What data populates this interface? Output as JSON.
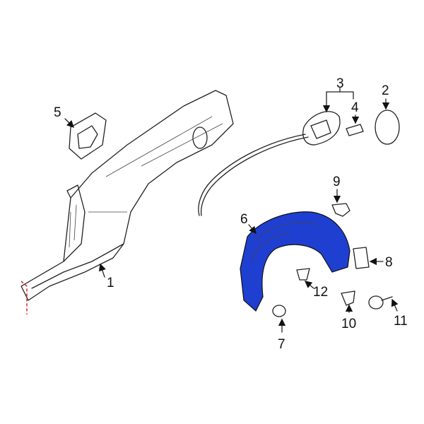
{
  "diagram": {
    "highlight_color": "#1f3fd0",
    "cut_line_color": "#e02020",
    "callouts": {
      "c1": "1",
      "c2": "2",
      "c3": "3",
      "c4": "4",
      "c5": "5",
      "c6": "6",
      "c7": "7",
      "c8": "8",
      "c9": "9",
      "c10": "10",
      "c11": "11",
      "c12": "12"
    }
  }
}
